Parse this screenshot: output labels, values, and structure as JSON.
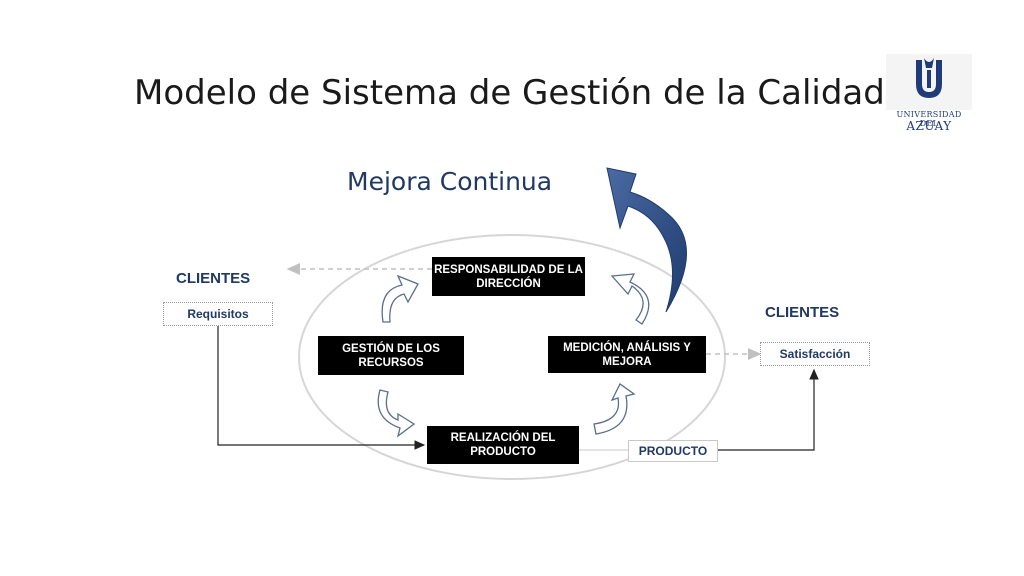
{
  "title": "Modelo de Sistema de Gestión de la Calidad",
  "subtitle": "Mejora Continua",
  "logo": {
    "line1": "UNIVERSIDAD DEL",
    "line2": "AZUAY"
  },
  "nodes": {
    "responsabilidad": "RESPONSABILIDAD DE LA DIRECCIÓN",
    "recursos": "GESTIÓN DE LOS RECURSOS",
    "medicion": "MEDICIÓN, ANÁLISIS Y MEJORA",
    "realizacion": "REALIZACIÓN DEL PRODUCTO"
  },
  "left": {
    "heading": "CLIENTES",
    "box": "Requisitos"
  },
  "right": {
    "heading": "CLIENTES",
    "box": "Satisfacción"
  },
  "product_label": "PRODUCTO",
  "colors": {
    "dark_blue": "#1f3864",
    "arrow_blue": "#2e4a7a",
    "box": "#000000"
  }
}
